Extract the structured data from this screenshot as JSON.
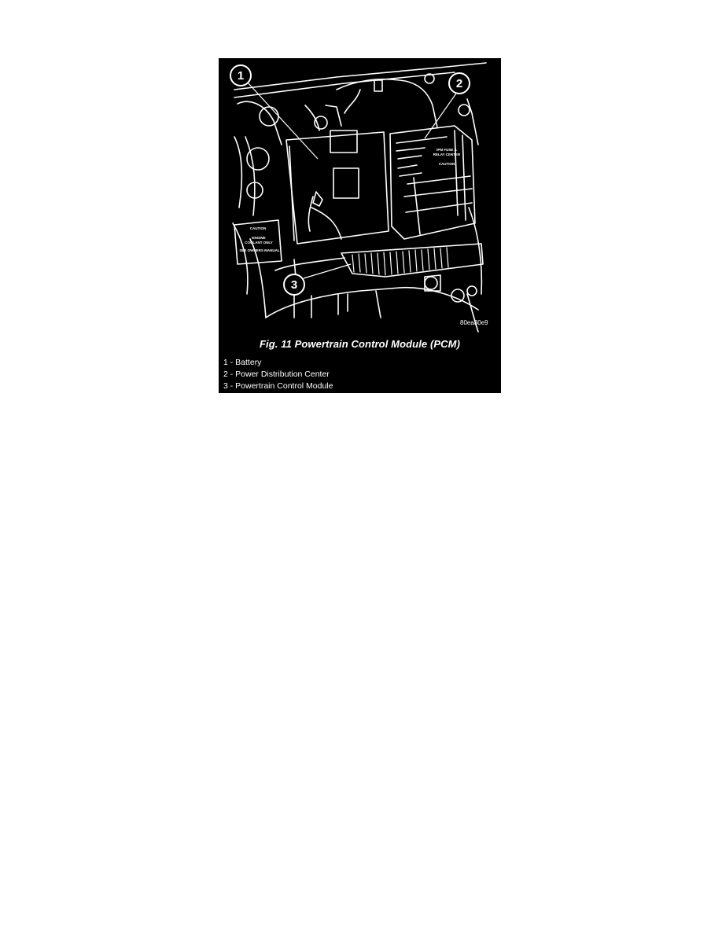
{
  "figure": {
    "caption": "Fig. 11 Powertrain Control Module (PCM)",
    "image_code": "80ea30e9",
    "callouts": [
      "1",
      "2",
      "3"
    ],
    "legend": [
      "1 - Battery",
      "2 - Power Distribution Center",
      "3 - Powertrain Control Module"
    ],
    "art_labels": {
      "caution_tag": [
        "CAUTION",
        "ENGINE",
        "COOLANT ONLY",
        "SEE OWNERS MANUAL"
      ],
      "pdc_label": [
        "IPM FUSE &",
        "RELAY CENTER",
        "CAUTION"
      ]
    }
  }
}
